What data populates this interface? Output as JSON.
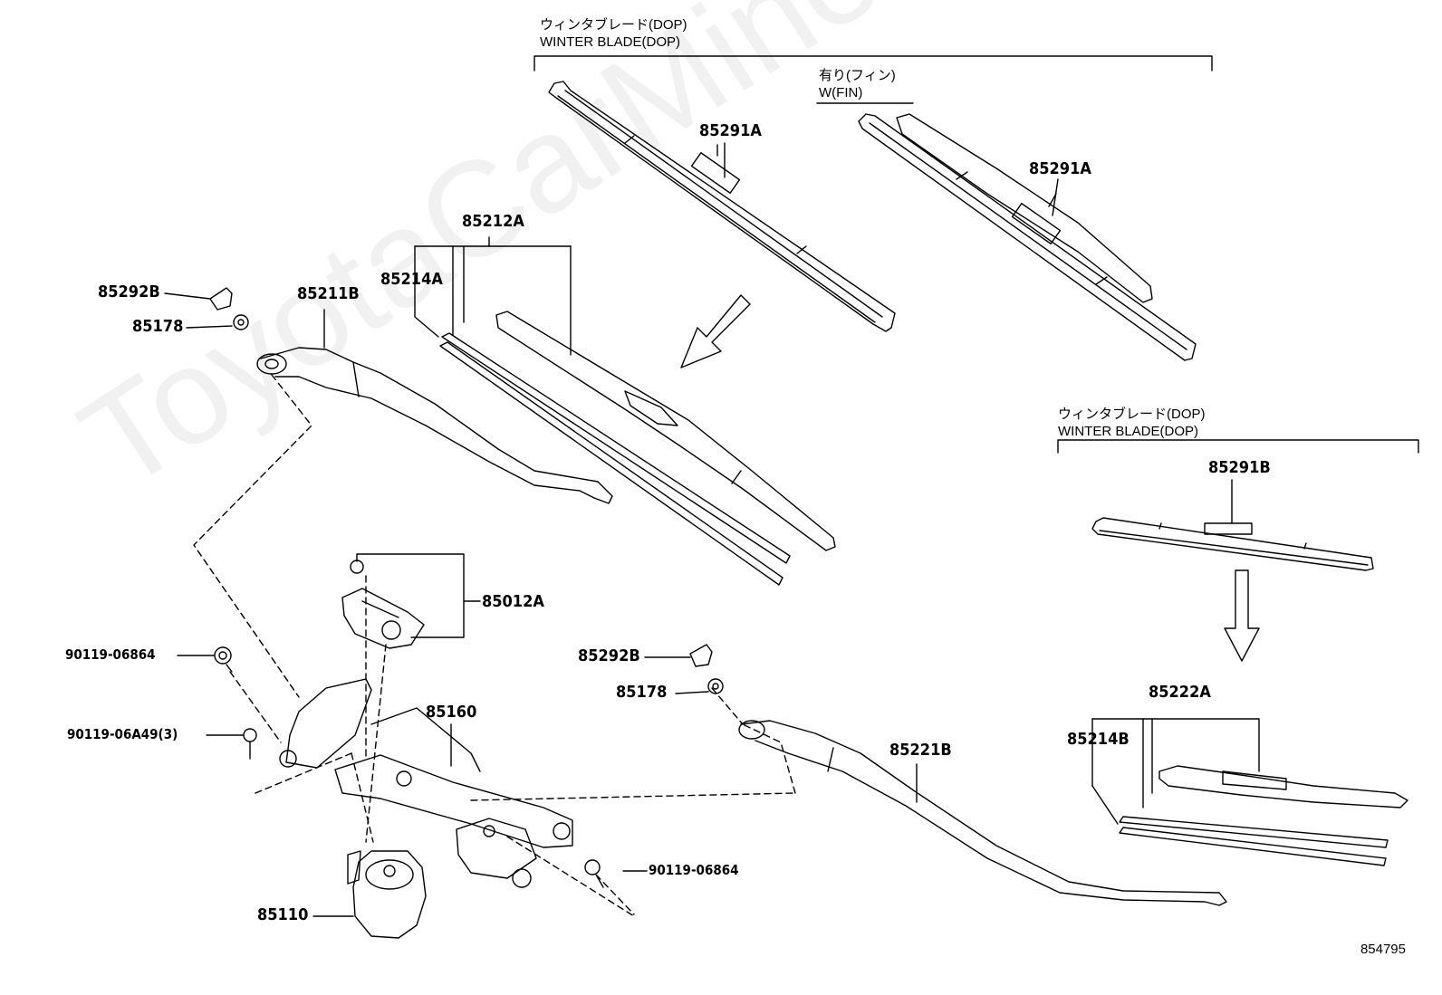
{
  "watermark": "ToyotaCarMine.ru",
  "diagram_ref": "854795",
  "headers": {
    "front_jp": "ウィンタブレード(DOP)",
    "front_en": "WINTER BLADE(DOP)",
    "fin_jp": "有り(フィン)",
    "fin_en": "W(FIN)",
    "rear_jp": "ウィンタブレード(DOP)",
    "rear_en": "WINTER BLADE(DOP)"
  },
  "parts": {
    "p85291A_1": "85291A",
    "p85291A_2": "85291A",
    "p85212A": "85212A",
    "p85214A": "85214A",
    "p85292B_1": "85292B",
    "p85178_1": "85178",
    "p85211B": "85211B",
    "p85291B": "85291B",
    "p85012A": "85012A",
    "p85292B_2": "85292B",
    "p85178_2": "85178",
    "p90119_06864_1": "90119-06864",
    "p85160": "85160",
    "p90119_06A49": "90119-06A49(3)",
    "p85221B": "85221B",
    "p85222A": "85222A",
    "p85214B": "85214B",
    "p90119_06864_2": "90119-06864",
    "p85110": "85110"
  }
}
